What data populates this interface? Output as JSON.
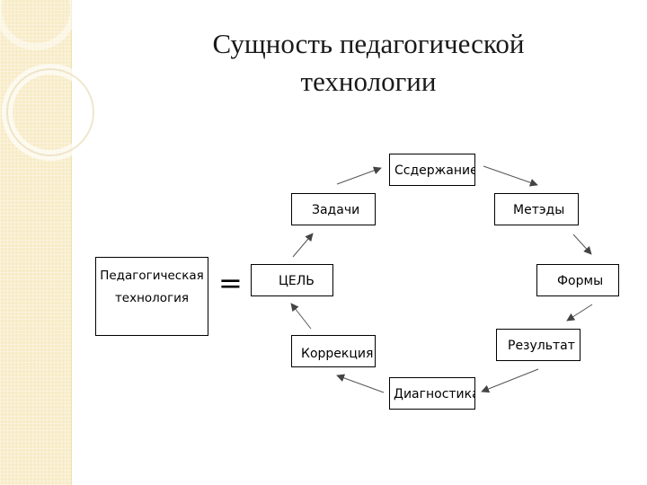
{
  "title": {
    "line1": "Сущность педагогической",
    "line2": "технологии"
  },
  "diagram": {
    "main_label_line1": "Педагогическая",
    "main_label_line2": "технология",
    "equals": "=",
    "nodes": [
      {
        "id": "goal",
        "label": "ЦЕЛЬ"
      },
      {
        "id": "tasks",
        "label": "Задачи"
      },
      {
        "id": "content",
        "label": "Ссдержание"
      },
      {
        "id": "methods",
        "label": "Метэды"
      },
      {
        "id": "forms",
        "label": "Формы"
      },
      {
        "id": "result",
        "label": "Результат"
      },
      {
        "id": "diagnostics",
        "label": "Диагностика"
      },
      {
        "id": "correction",
        "label": "Коррекция"
      }
    ]
  }
}
